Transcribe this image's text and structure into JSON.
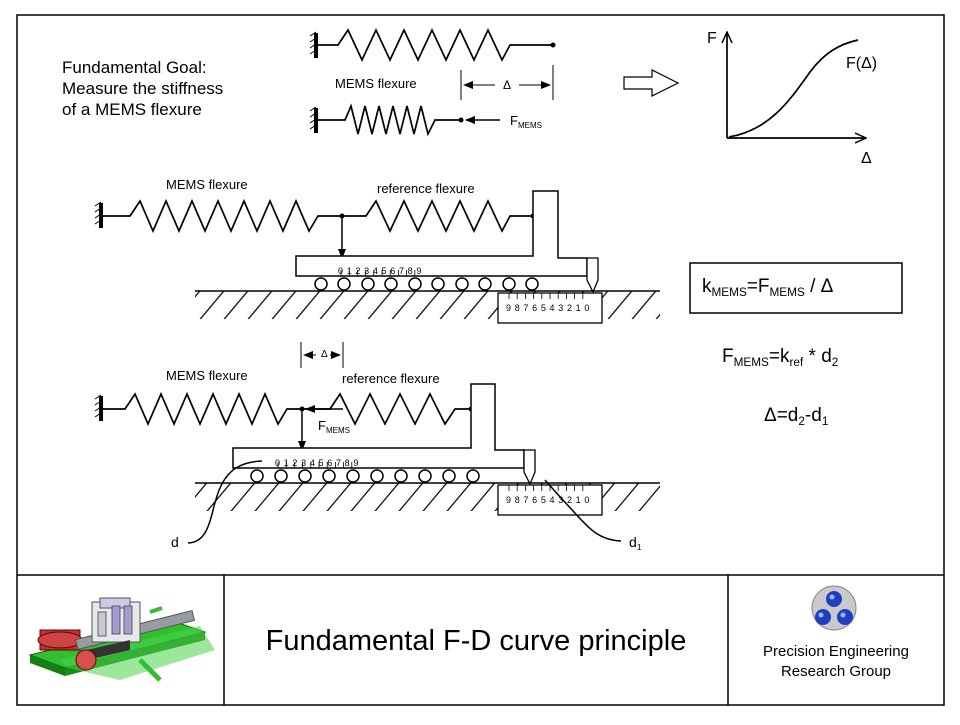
{
  "goal": {
    "lines": [
      "Fundamental Goal:",
      "Measure the stiffness",
      "of a MEMS flexure"
    ]
  },
  "top_figure": {
    "mems_label": "MEMS flexure",
    "delta_symbol": "Δ",
    "force_label": "F",
    "force_sub": "MEMS"
  },
  "graph": {
    "y_axis": "F",
    "curve_label": "F(Δ)",
    "x_axis": "Δ"
  },
  "fig2": {
    "mems_label": "MEMS flexure",
    "ref_label": "reference flexure",
    "scale_top": "0 1 2 3 4 5 6 7 8 9",
    "scale_bottom": "9 8 7 6 5 4 3 2 1 0"
  },
  "fig3": {
    "mems_label": "MEMS flexure",
    "ref_label": "reference flexure",
    "delta_symbol": "Δ",
    "force_label": "F",
    "force_sub": "MEMS",
    "scale_top": "0 1 2 3 4 5 6 7 8 9",
    "scale_bottom": "9 8 7 6 5 4 3 2 1 0",
    "d_left": "d",
    "d_right": "d",
    "d_right_sub": "1"
  },
  "equations": {
    "eq1": {
      "k": "k",
      "k_sub": "MEMS",
      "eq": "=F",
      "f_sub": "MEMS",
      "rest": " /  Δ"
    },
    "eq2": {
      "f": "F",
      "f_sub": "MEMS",
      "eq": "=k",
      "k_sub": "ref",
      "rest": " * d",
      "d_sub": "2"
    },
    "eq3": {
      "delta": "Δ",
      "eq": "=d",
      "d2_sub": "2",
      "minus": "-d",
      "d1_sub": "1"
    }
  },
  "footer": {
    "title": "Fundamental F-D curve principle",
    "group_line1": "Precision Engineering",
    "group_line2": "Research Group"
  }
}
